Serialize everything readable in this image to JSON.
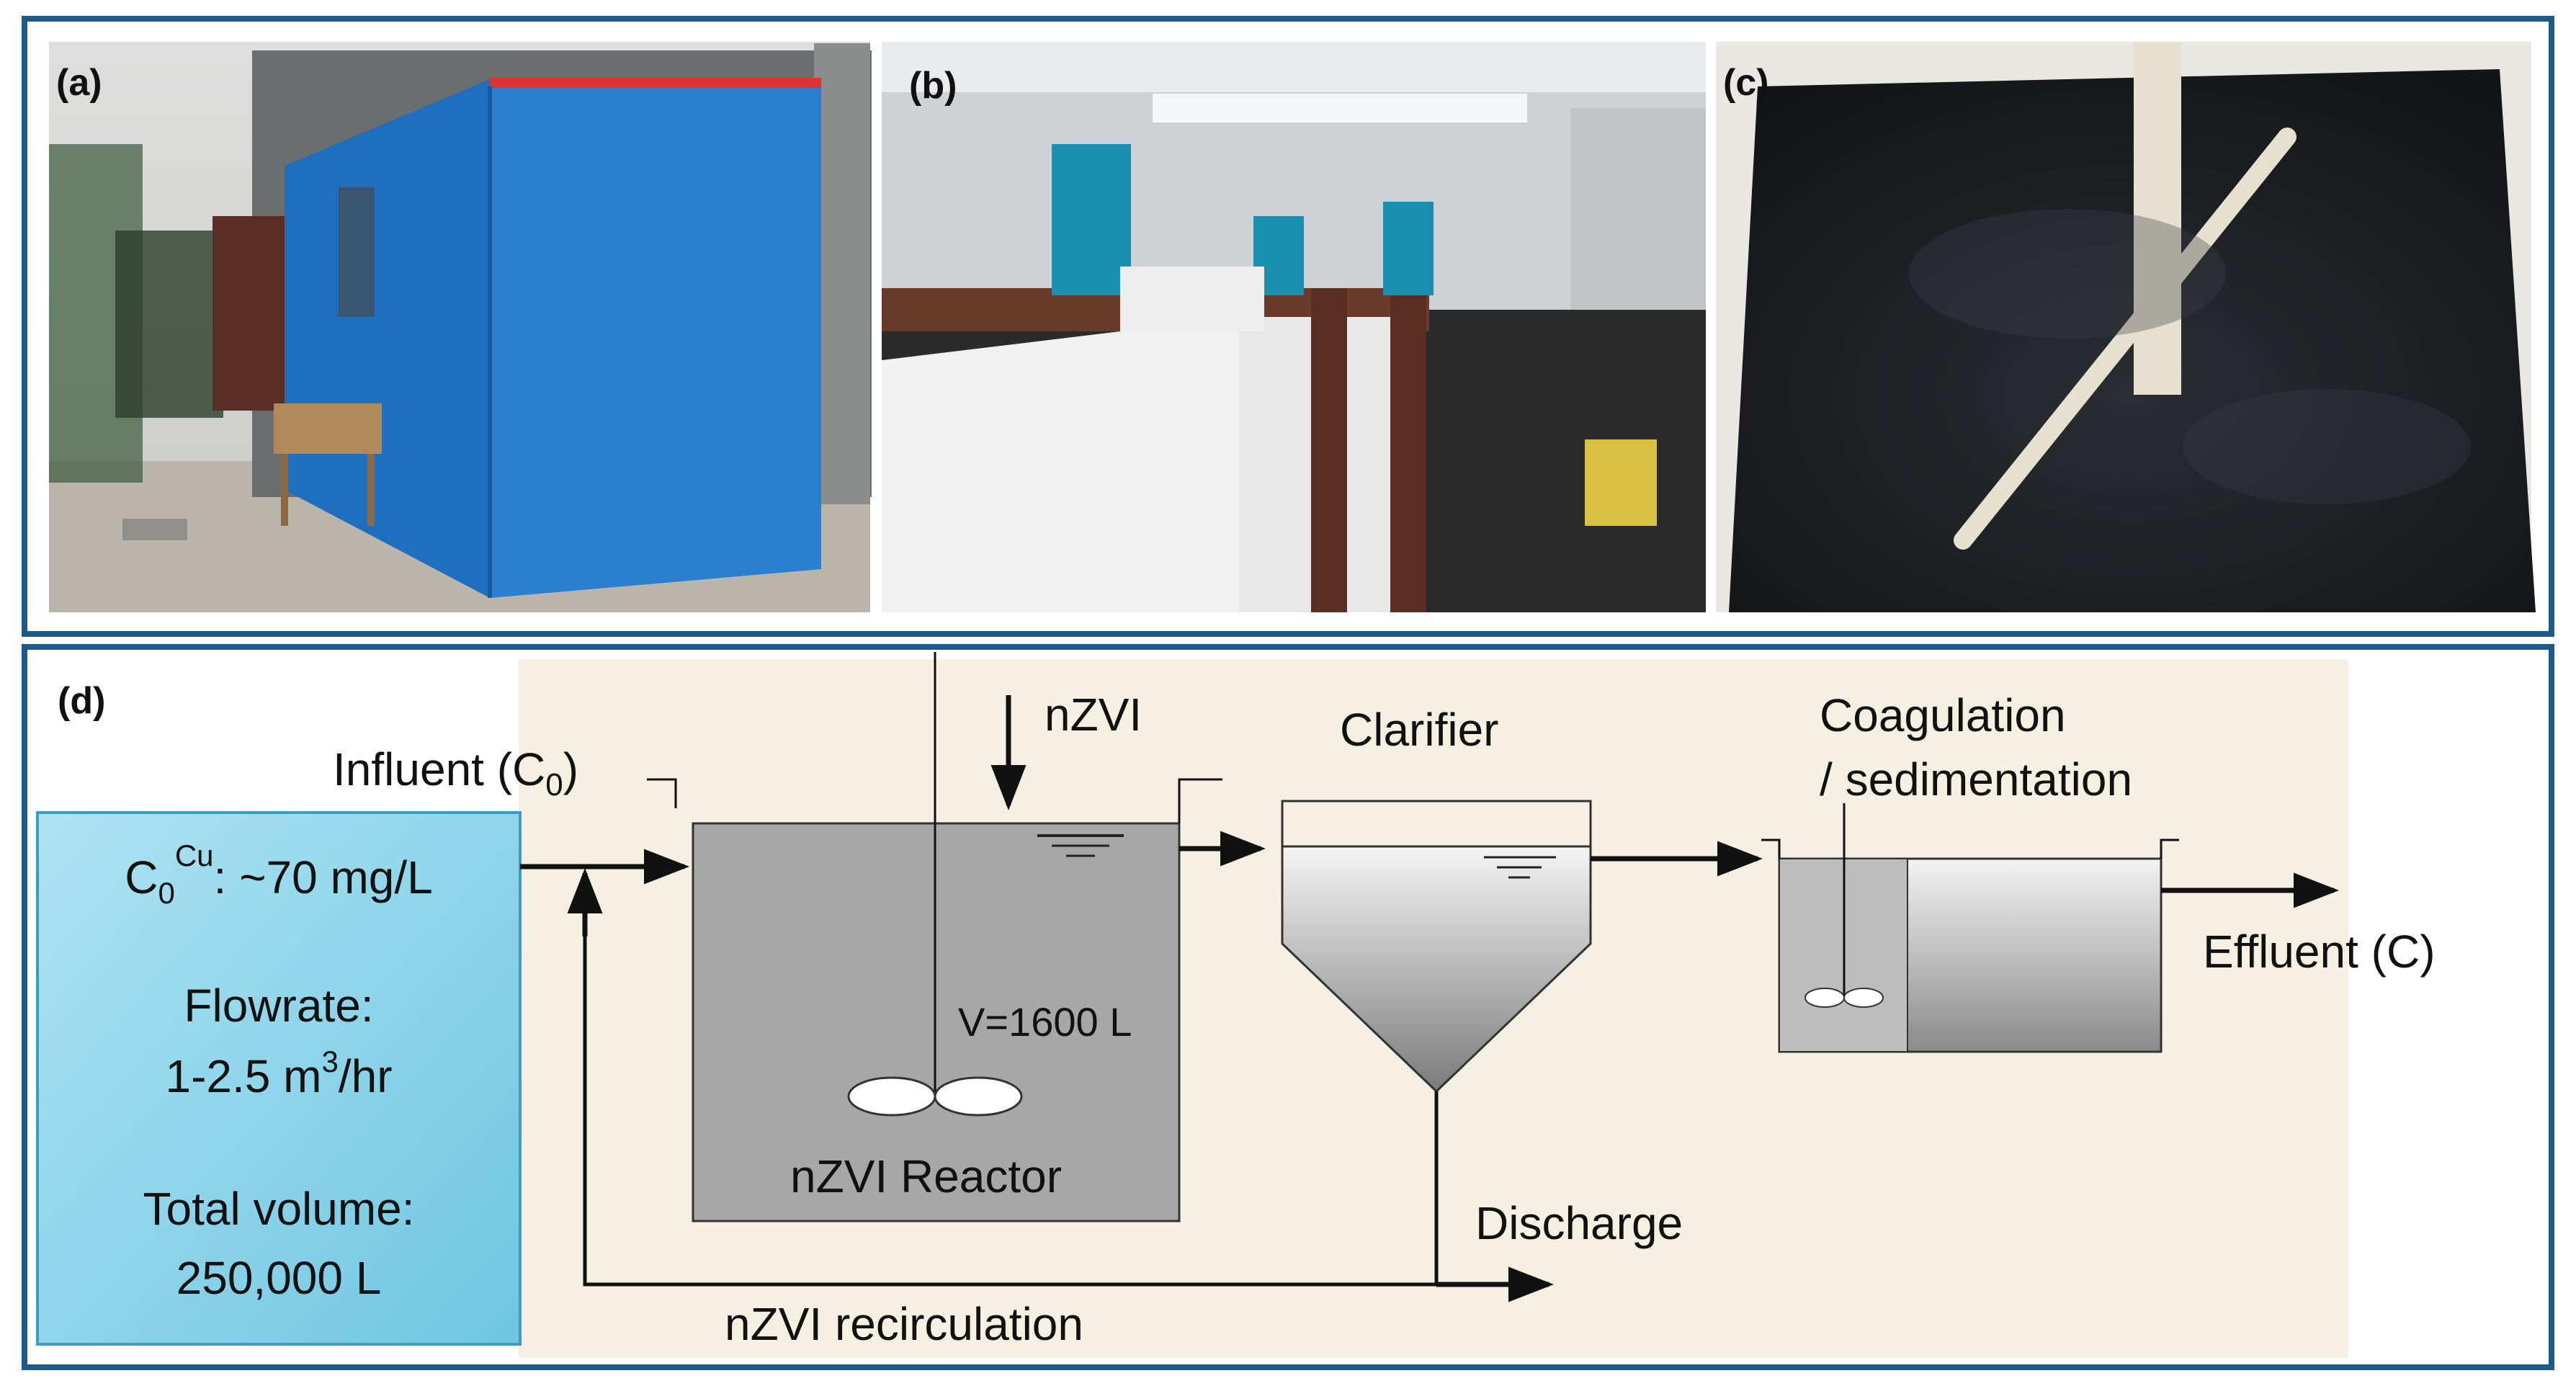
{
  "panels": {
    "a": {
      "label": "(a)",
      "photo": "blue shipping-container treatment unit outdoors"
    },
    "b": {
      "label": "(b)",
      "photo": "interior with tanks and blue motors"
    },
    "c": {
      "label": "(c)",
      "photo": "dark nZVI suspension in tank with white pipes"
    },
    "d": {
      "label": "(d)"
    }
  },
  "diagram": {
    "info_box": {
      "c0_main": "C",
      "c0_sub": "0",
      "c0_sup": "Cu",
      "c0_value": ": ~70 mg/L",
      "flow_label": "Flowrate:",
      "flow_value_pre": "1-2.5 m",
      "flow_value_sup": "3",
      "flow_value_post": "/hr",
      "total_label": "Total volume:",
      "total_value": "250,000 L"
    },
    "influent_main": "Influent (C",
    "influent_sub": "0",
    "influent_close": ")",
    "nzvi_feed": "nZVI",
    "reactor_volume": "V=1600 L",
    "reactor_name": "nZVI Reactor",
    "clarifier": "Clarifier",
    "coag_line1": "Coagulation",
    "coag_line2": "/ sedimentation",
    "effluent": "Effluent (C)",
    "discharge": "Discharge",
    "recirculation": "nZVI recirculation"
  },
  "colors": {
    "frame": "#1c5a8a",
    "diagram_bg": "#f5f0e1",
    "info_box": "#8fd3ea",
    "reactor": "#a7a7a7",
    "line": "#111111",
    "container_blue": "#1f6fc0"
  }
}
